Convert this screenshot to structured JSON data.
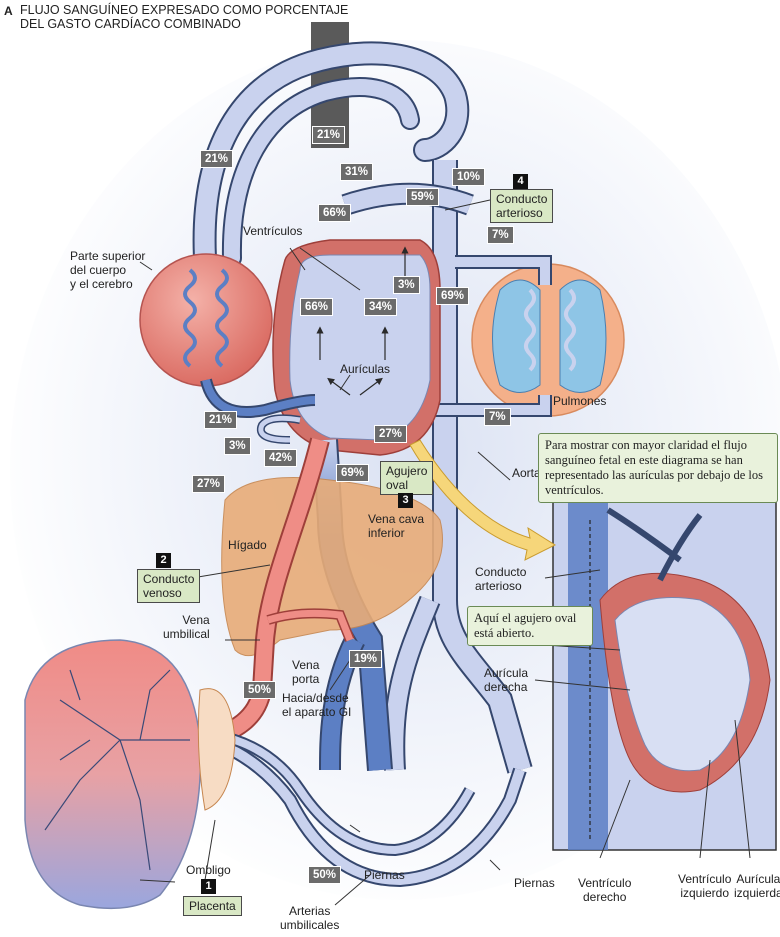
{
  "title": {
    "letter": "A",
    "line1": "FLUJO SANGUÍNEO EXPRESADO COMO PORCENTAJE",
    "line2": "DEL GASTO CARDÍACO COMBINADO"
  },
  "colors": {
    "oxygenated": "#e8857b",
    "deoxygenated": "#5c7fc4",
    "mixed": "#c9d2ee",
    "vessel_outline": "#35476e",
    "label_box": "#d9e8c5",
    "percent_box": "#6b6b6b"
  },
  "labels": {
    "upper_body": "Parte superior\ndel cuerpo\ny el cerebro",
    "ventricles": "Ventrículos",
    "atria": "Aurículas",
    "lungs": "Pulmones",
    "aorta": "Aorta",
    "liver": "Hígado",
    "ivc": "Vena cava\ninferior",
    "umbilical_vein": "Vena\numbilical",
    "portal_vein": "Vena\nporta",
    "gi": "Hacia/desde\nel aparato GI",
    "navel": "Ombligo",
    "legs_1": "Piernas",
    "legs_2": "Piernas",
    "umbilical_arteries": "Arterias\numbilicales",
    "ductus_inset": "Conducto\narterioso",
    "right_atrium": "Aurícula\nderecha",
    "right_ventricle": "Ventrículo\nderecho",
    "left_ventricle": "Ventrículo\nizquierdo",
    "left_atrium": "Aurícula\nizquierda"
  },
  "numbered": {
    "placenta": {
      "num": "1",
      "label": "Placenta"
    },
    "ductus_venosus": {
      "num": "2",
      "label": "Conducto\nvenoso"
    },
    "foramen_ovale": {
      "num": "3",
      "label": "Agujero\noval"
    },
    "ductus_arteriosus": {
      "num": "4",
      "label": "Conducto\narterioso"
    }
  },
  "percentages": {
    "svc_top": "21%",
    "left_arch": "21%",
    "ascending": "31%",
    "descending_top": "10%",
    "ductus": "59%",
    "aortic_arch": "66%",
    "pulm_artery": "7%",
    "lv": "66%",
    "rv": "34%",
    "coronary": "3%",
    "descending_aorta": "69%",
    "svc_bottom": "21%",
    "coronary_sinus": "3%",
    "ra_left": "42%",
    "foramen": "27%",
    "pulm_vein": "7%",
    "ivc": "69%",
    "left_misc": "27%",
    "portal": "19%",
    "umbilical_vein": "50%",
    "umbilical_arteries": "50%"
  },
  "notes": {
    "atria_note": "Para mostrar con mayor claridad el flujo sanguíneo fetal en este diagrama se han representado las aurículas por debajo de los ventrículos.",
    "foramen_note": "Aquí el agujero oval está abierto."
  }
}
